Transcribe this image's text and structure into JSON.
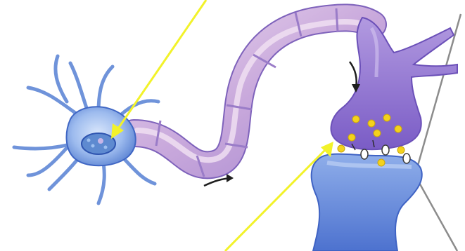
{
  "diagram": {
    "type": "neuron-synapse-illustration",
    "colors": {
      "background": "#ffffff",
      "neuron_body": "#8fb0ea",
      "neuron_outline": "#3f66c4",
      "nucleus": "#6f98d6",
      "axon": "#c8a8dc",
      "myelin_highlight": "#e7c8e6",
      "synaptic_terminal": "#8f6fd0",
      "postsynaptic": "#5f82d8",
      "vesicles": "#f4d21c",
      "pointer_arrow": "#f2f22a",
      "flow_arrow": "#1e1e1e",
      "guide_line": "#8c8c8c"
    },
    "pointer_arrows": [
      {
        "name": "nucleus-pointer-arrow",
        "target": "cell-nucleus"
      },
      {
        "name": "cleft-pointer-arrow",
        "target": "synaptic-cleft"
      }
    ],
    "flow_arrows": [
      {
        "name": "axon-flow-arrow"
      },
      {
        "name": "terminal-flow-arrow"
      }
    ],
    "vesicle_count": 9
  }
}
